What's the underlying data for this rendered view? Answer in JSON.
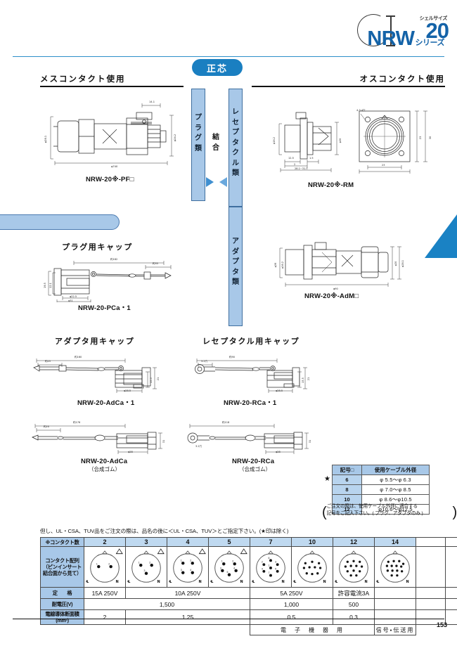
{
  "header": {
    "brand": "NRW",
    "brand_sub": "シリーズ",
    "shell_label": "シェルサイズ",
    "shell_size": "20"
  },
  "sections": {
    "left_heading": "メスコンタクト使用",
    "right_heading": "オスコンタクト使用",
    "center_pill": "正芯"
  },
  "columns": {
    "plug": "プラグ類",
    "mate": "結合",
    "receptacle": "レセプタクル類",
    "adapter": "アダプタ類"
  },
  "parts": {
    "plug": {
      "label": "NRW-20※-PF□"
    },
    "receptacle": {
      "label": "NRW-20※-RM"
    },
    "adapter": {
      "label": "NRW-20※-AdM□"
    },
    "plug_cap": {
      "title": "プラグ用キャップ",
      "label": "NRW-20-PCa・1"
    },
    "adapter_cap": {
      "title": "アダプタ用キャップ",
      "label": "NRW-20-AdCa・1"
    },
    "receptacle_cap": {
      "title": "レセプタクル用キャップ",
      "label": "NRW-20-RCa・1"
    },
    "adapter_cap_rubber": {
      "label": "NRW-20-AdCa",
      "sub": "（合成ゴム）"
    },
    "receptacle_cap_rubber": {
      "label": "NRW-20-RCa",
      "sub": "（合成ゴム）"
    }
  },
  "cable_table": {
    "headers": [
      "記号□",
      "使用ケーブル外径"
    ],
    "star_row_index": 0,
    "rows": [
      {
        "symbol": "6",
        "diameter": "φ 5.5～φ 6.3"
      },
      {
        "symbol": "8",
        "diameter": "φ 7.0～φ 8.5"
      },
      {
        "symbol": "10",
        "diameter": "φ 8.6～φ10.5"
      },
      {
        "symbol": "12",
        "diameter": "φ10.6～φ12.5"
      }
    ],
    "note_line1": "ご注文の際は、使用ケーブル外径に適合する",
    "note_line2": "記号をご記入下さい。( プラグ、アダプタのみ )"
  },
  "ul_note": "但し、UL・CSA、TUV品をご注文の際は、品名の後に＜UL・CSA、TUV＞とご指定下さい。(★印は除く)",
  "spec_table": {
    "row_labels": {
      "contact_count": "※コンタクト数",
      "arrangement": "コンタクト配列<br>（ピンインサート<br>結合面から見て）",
      "rating": "定　　格",
      "voltage": "耐電圧(V)",
      "wire_area": "電線導体断面積<br>(mm²)"
    },
    "contact_counts": [
      "2",
      "3",
      "4",
      "5",
      "7",
      "10",
      "12",
      "14"
    ],
    "ratings": [
      {
        "text": "15A 250V",
        "span": 1
      },
      {
        "text": "10A 250V",
        "span": 3
      },
      {
        "text": "5A 250V",
        "span": 2
      },
      {
        "text": "許容電流3A",
        "span": 1
      }
    ],
    "voltages": [
      {
        "text": "1,500",
        "span": 4
      },
      {
        "text": "1,000",
        "span": 2
      },
      {
        "text": "500",
        "span": 1
      }
    ],
    "wire_areas": [
      {
        "text": "2",
        "span": 1
      },
      {
        "text": "1.25",
        "span": 3
      },
      {
        "text": "0.5",
        "span": 2
      },
      {
        "text": "0.3",
        "span": 1
      }
    ],
    "footer": [
      {
        "text": "電　子　機　器　用",
        "span": 3
      },
      {
        "text": "信号・伝送用",
        "span": 1
      }
    ]
  },
  "page_number": "153",
  "colors": {
    "brand_blue": "#1463a8",
    "accent_blue": "#1a82c4",
    "bar_fill": "#a8c8e8",
    "header_fill": "#bfd9f0",
    "rule": "#2d8fc9"
  }
}
